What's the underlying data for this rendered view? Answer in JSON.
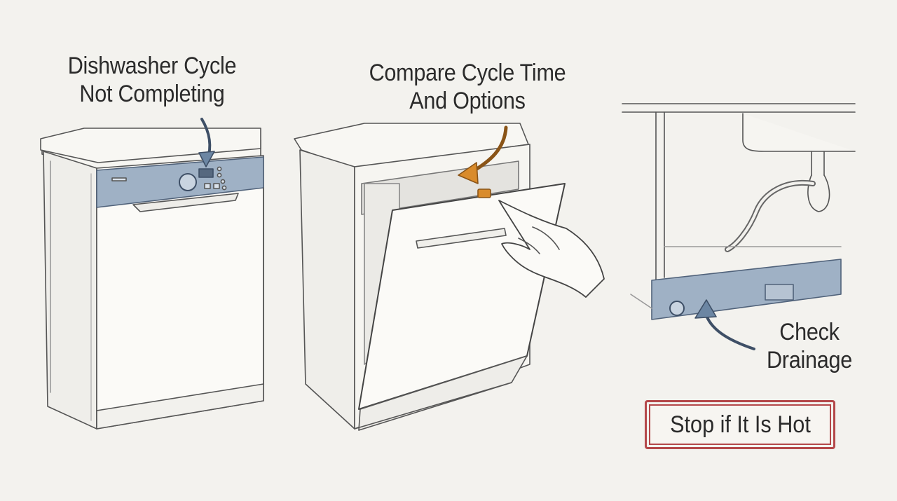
{
  "steps": [
    {
      "line1": "Dishwasher Cycle",
      "line2": "Not Completing"
    },
    {
      "line1": "Compare Cycle Time",
      "line2": "And Options"
    },
    {
      "line1": "Check",
      "line2": "Drainage"
    }
  ],
  "warning": {
    "text": "Stop if It Is Hot"
  },
  "colors": {
    "background": "#f3f2ee",
    "panel_blue": "#9fb1c5",
    "arrow_blue": "#6c86a3",
    "arrow_orange": "#d98b2b",
    "warning_red": "#b4484a",
    "line": "#4a4a4a"
  }
}
